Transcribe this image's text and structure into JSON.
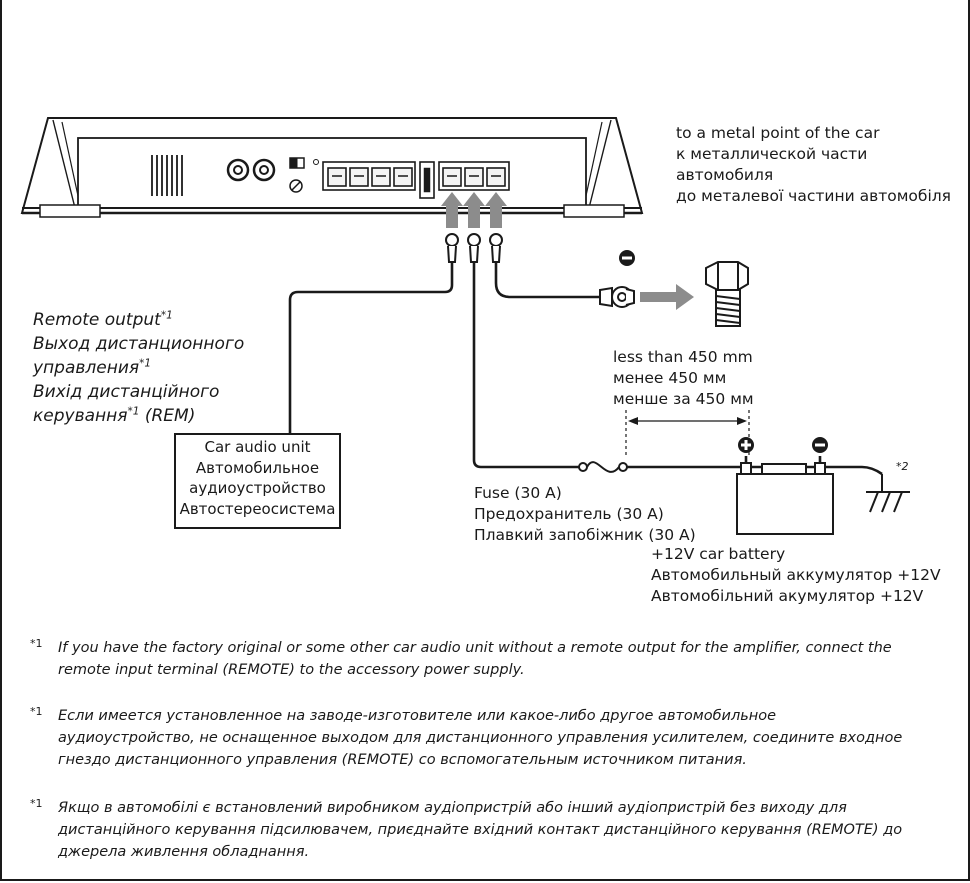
{
  "remote_output": {
    "en": "Remote output",
    "ru_1": "Выход дистанционного",
    "ru_2": "управления",
    "uk_1": "Вихід дистанційного",
    "uk_2": "керування",
    "uk_suffix": " (REM)",
    "footnote_mark": "*1"
  },
  "car_audio_unit": {
    "en": "Car audio unit",
    "ru_1": "Автомобильное",
    "ru_2": "аудиоустройство",
    "uk": "Автостереосистема"
  },
  "metal_point": {
    "en": "to a metal point of the car",
    "ru_1": "к металлической части",
    "ru_2": "автомобиля",
    "uk": "до металевої частини автомобіля"
  },
  "distance": {
    "en": "less than 450 mm",
    "ru": "менее 450 мм",
    "uk": "менше за 450 мм"
  },
  "fuse": {
    "en": "Fuse (30 A)",
    "ru": "Предохранитель (30 A)",
    "uk": "Плавкий запобіжник (30 A)"
  },
  "battery": {
    "en": "+12V car battery",
    "ru": "Автомобильный аккумулятор +12V",
    "uk": "Автомобільний акумулятор +12V"
  },
  "ground_mark": "*2",
  "notes": {
    "mark": "*1",
    "en_1": "If you have the factory original or some other car audio unit without a remote output for the amplifier, connect the",
    "en_2": "remote input terminal (REMOTE) to the accessory power supply.",
    "ru_1": "Если имеется установленное на заводе-изготовителе или какое-либо другое автомобильное",
    "ru_2": "аудиоустройство, не оснащенное выходом для дистанционного управления усилителем, соедините входное",
    "ru_3": "гнездо дистанционного управления (REMOTE) со вспомогательным источником питания.",
    "uk_1": "Якщо в автомобілі є встановлений виробником аудіопристрій або інший аудіопристрій без виходу для",
    "uk_2": "дистанційного керування підсилювачем, приєднайте вхідний контакт дистанційного керування (REMOTE) до",
    "uk_3": "джерела живлення обладнання."
  }
}
